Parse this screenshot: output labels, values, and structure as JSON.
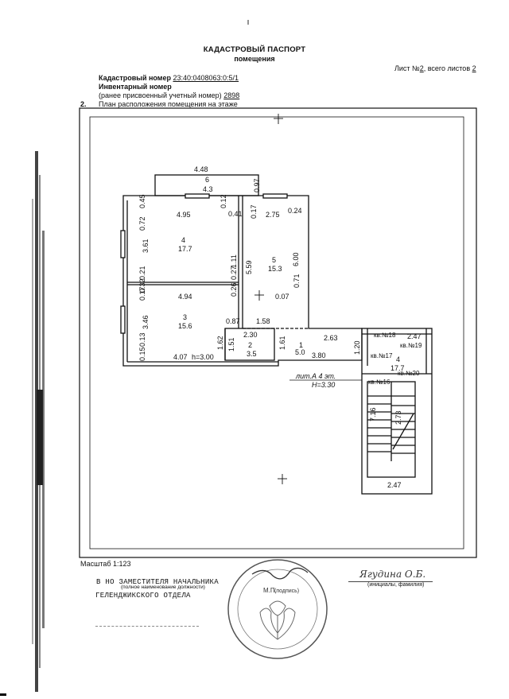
{
  "header": {
    "title": "КАДАСТРОВЫЙ ПАСПОРТ",
    "subtitle": "помещения",
    "sheet_prefix": "Лист №",
    "sheet_num": "2",
    "sheet_mid": ", всего листов ",
    "sheet_total": "2"
  },
  "fields": {
    "cadastral_label": "Кадастровый номер",
    "cadastral_value": "23:40:0408063:0:5/1",
    "inventory_label": "Инвентарный номер",
    "prev_label": "(ранее присвоенный учетный номер)",
    "prev_value": "2898",
    "section_num": "2.",
    "section_label": "План расположения помещения на этаже"
  },
  "plan": {
    "room6": {
      "width": "4.48",
      "num": "6",
      "area": "4.3",
      "side": "0.97"
    },
    "room4": {
      "top": "4.95",
      "side": "3.61",
      "num": "4",
      "area": "17.7",
      "a": "0.45",
      "b": "0.72",
      "c": "0.12",
      "d": "0.41",
      "e": "0.21"
    },
    "room5": {
      "top": "2.75",
      "num": "5",
      "area": "15.3",
      "a": "0.17",
      "b": "0.24",
      "left": "5.59",
      "right": "6.00",
      "c": "0.71",
      "d": "0.07",
      "e": "1.11",
      "f": "0.27"
    },
    "room3": {
      "top": "4.94",
      "side": "3.46",
      "num": "3",
      "area": "15.6",
      "bottom": "4.07",
      "h": "h=3.00",
      "a": "0.17",
      "b": "0.32",
      "c": "0.13",
      "d": "0.15",
      "e": "0.26",
      "f": "1.62",
      "g": "0.87"
    },
    "room2": {
      "top": "2.30",
      "num": "2",
      "area": "3.5",
      "left": "1.51",
      "right": "1.61"
    },
    "room1": {
      "top": "1.58",
      "mid": "2.63",
      "num": "1",
      "area": "5.0",
      "bottom": "3.80",
      "side": "1.20"
    },
    "stair": {
      "top": "2.47",
      "num": "4",
      "area": "17.7",
      "side": "7.16",
      "step": "2.73",
      "bottom": "2.47",
      "k1": "кв.№18",
      "k2": "кв.№19",
      "k3": "кв.№17",
      "k4": "кв.№20",
      "k5": "кв.№16"
    },
    "lit": "лит.А  4  эт.",
    "height": "H=3.30"
  },
  "footer": {
    "scale": "Масштаб 1:123",
    "role1": "В НО  ЗАМЕСТИТЕЛЯ  НАЧАЛЬНИКА",
    "role_caption": "(полное наименование должности)",
    "role2": "ГЕЛЕНДЖИКСКОГО  ОТДЕЛА",
    "name": "Ягудина О.Б.",
    "name_caption": "(инициалы, фамилия)",
    "stamp_mp": "М.П.",
    "stamp_sign": "(подпись)"
  },
  "colors": {
    "ink": "#111111",
    "plan_fill": "#ffffff",
    "stamp": "#555555"
  }
}
